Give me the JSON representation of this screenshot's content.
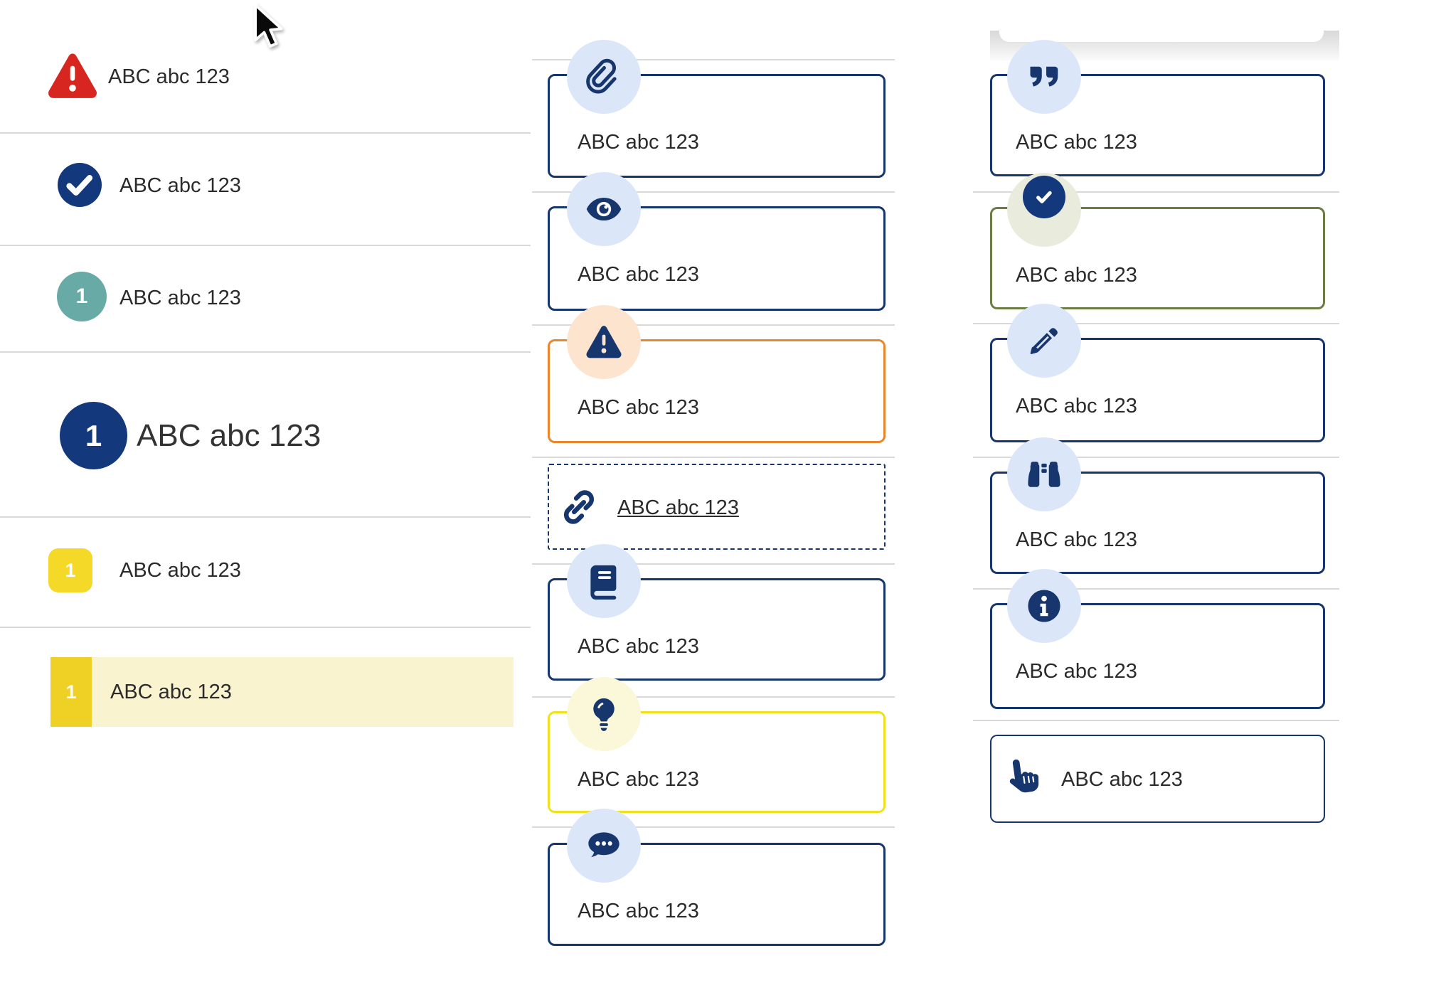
{
  "palette": {
    "navy": "#17366d",
    "badge_navy": "#14387c",
    "light_blue_circle": "#dbe6f8",
    "red": "#d7261f",
    "teal": "#68aaa6",
    "yellow_badge": "#f4d928",
    "yellow_highlight_badge": "#efd126",
    "pale_yellow_row": "#faf3d0",
    "orange_border": "#e8872c",
    "peach_circle": "#fce4cf",
    "olive_border": "#6d7c42",
    "pale_green_circle": "#e9ecdd",
    "yellow_box_border": "#f0e11c",
    "pale_yellow_circle": "#fbf7d9",
    "divider_grey": "#d9d9d9",
    "text": "#2b2b2b"
  },
  "left_list": {
    "items": [
      {
        "icon": "warning-triangle-icon",
        "label": "ABC abc 123"
      },
      {
        "icon": "check-circle-icon",
        "label": "ABC abc 123"
      },
      {
        "icon": "teal-number-circle",
        "badge": "1",
        "label": "ABC abc 123"
      },
      {
        "icon": "blue-number-circle-large",
        "badge": "1",
        "label": "ABC abc 123"
      },
      {
        "icon": "yellow-number-square",
        "badge": "1",
        "label": "ABC abc 123"
      },
      {
        "icon": "yellow-number-bar",
        "badge": "1",
        "label": "ABC abc 123",
        "state": "highlighted"
      }
    ]
  },
  "middle_callouts": [
    {
      "icon": "paperclip-icon",
      "label": "ABC abc 123",
      "variant": "navy"
    },
    {
      "icon": "eye-icon",
      "label": "ABC abc 123",
      "variant": "navy"
    },
    {
      "icon": "warning-icon",
      "label": "ABC abc 123",
      "variant": "orange"
    },
    {
      "icon": "link-icon",
      "label": "ABC abc 123",
      "variant": "dashed-link"
    },
    {
      "icon": "book-icon",
      "label": "ABC abc 123",
      "variant": "navy"
    },
    {
      "icon": "lightbulb-icon",
      "label": "ABC abc 123",
      "variant": "yellow"
    },
    {
      "icon": "chat-icon",
      "label": "ABC abc 123",
      "variant": "navy"
    }
  ],
  "right_callouts": [
    {
      "icon": "quote-icon",
      "label": "ABC abc 123",
      "variant": "navy"
    },
    {
      "icon": "check-circle-icon",
      "label": "ABC abc 123",
      "variant": "olive"
    },
    {
      "icon": "pencil-icon",
      "label": "ABC abc 123",
      "variant": "navy"
    },
    {
      "icon": "binoculars-icon",
      "label": "ABC abc 123",
      "variant": "navy"
    },
    {
      "icon": "info-icon",
      "label": "ABC abc 123",
      "variant": "navy"
    },
    {
      "icon": "hand-pointer-icon",
      "label": "ABC abc 123",
      "variant": "inline-button"
    }
  ]
}
